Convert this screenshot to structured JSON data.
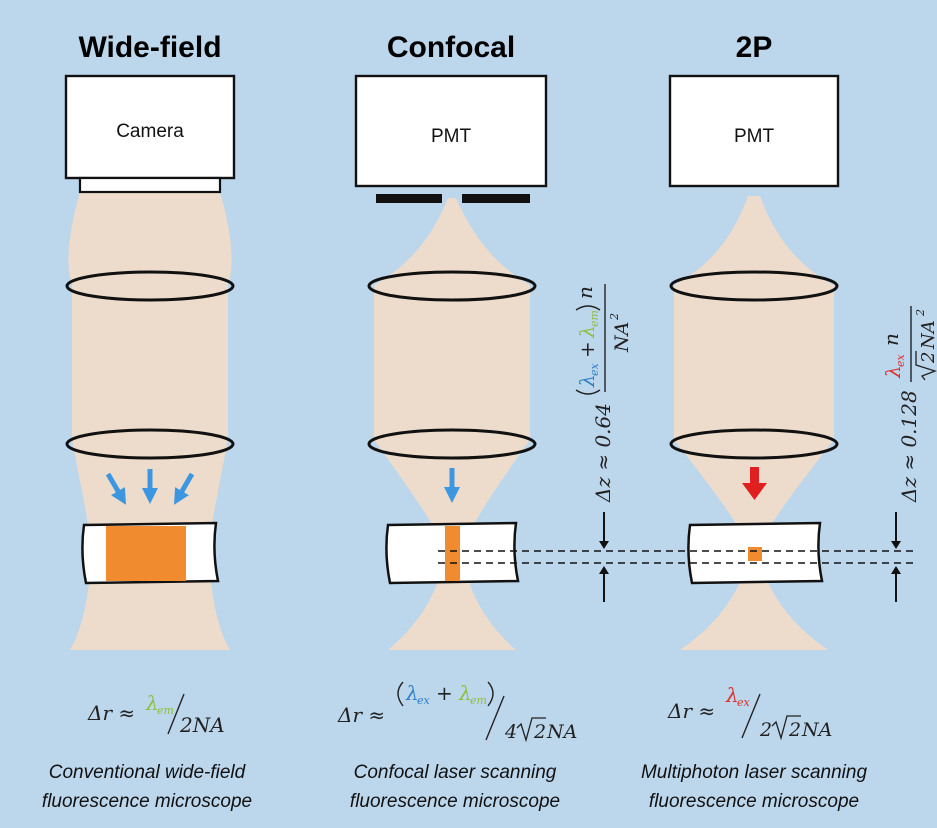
{
  "panels": [
    {
      "title": "Wide-field",
      "detector": "Camera",
      "caption_line1": "Conventional wide-field",
      "caption_line2": "fluorescence microscope"
    },
    {
      "title": "Confocal",
      "detector": "PMT",
      "caption_line1": "Confocal laser scanning",
      "caption_line2": "fluorescence microscope"
    },
    {
      "title": "2P",
      "detector": "PMT",
      "caption_line1": "Multiphoton laser scanning",
      "caption_line2": "fluorescence microscope"
    }
  ],
  "formulas": {
    "widefield_dr": {
      "lhs": "Δr ≈",
      "lambda": "λ",
      "sub": "em",
      "den": "2NA"
    },
    "confocal_dr": {
      "lhs": "Δr ≈",
      "lambda": "λ",
      "sub1": "ex",
      "plus": "+",
      "sub2": "em",
      "den_pre": "4",
      "den_rad": "2",
      "den_post": "NA"
    },
    "twop_dr": {
      "lhs": "Δr ≈",
      "lambda": "λ",
      "sub": "ex",
      "den_pre": "2",
      "den_rad": "2",
      "den_post": "NA"
    },
    "confocal_dz": {
      "lhs": "Δz ≈ 0.64",
      "lambda": "λ",
      "sub1": "ex",
      "plus": "+",
      "sub2": "em",
      "n": "n",
      "den": "NA",
      "den_exp": "2"
    },
    "twop_dz": {
      "lhs": "Δz ≈ 0.128",
      "lambda": "λ",
      "sub": "ex",
      "n": "n",
      "den_rad": "2",
      "den_post": "NA",
      "den_exp": "2"
    }
  },
  "colors": {
    "background": "#bcd6ec",
    "beam": "#eddccb",
    "sample_fill": "#ffffff",
    "fluorescence": "#f08b30",
    "blue_arrow": "#3d97e0",
    "red_arrow": "#e02020",
    "lambda_green": "#8fbf3a",
    "lambda_blue": "#2f7fc8",
    "lambda_red": "#e0302a"
  }
}
